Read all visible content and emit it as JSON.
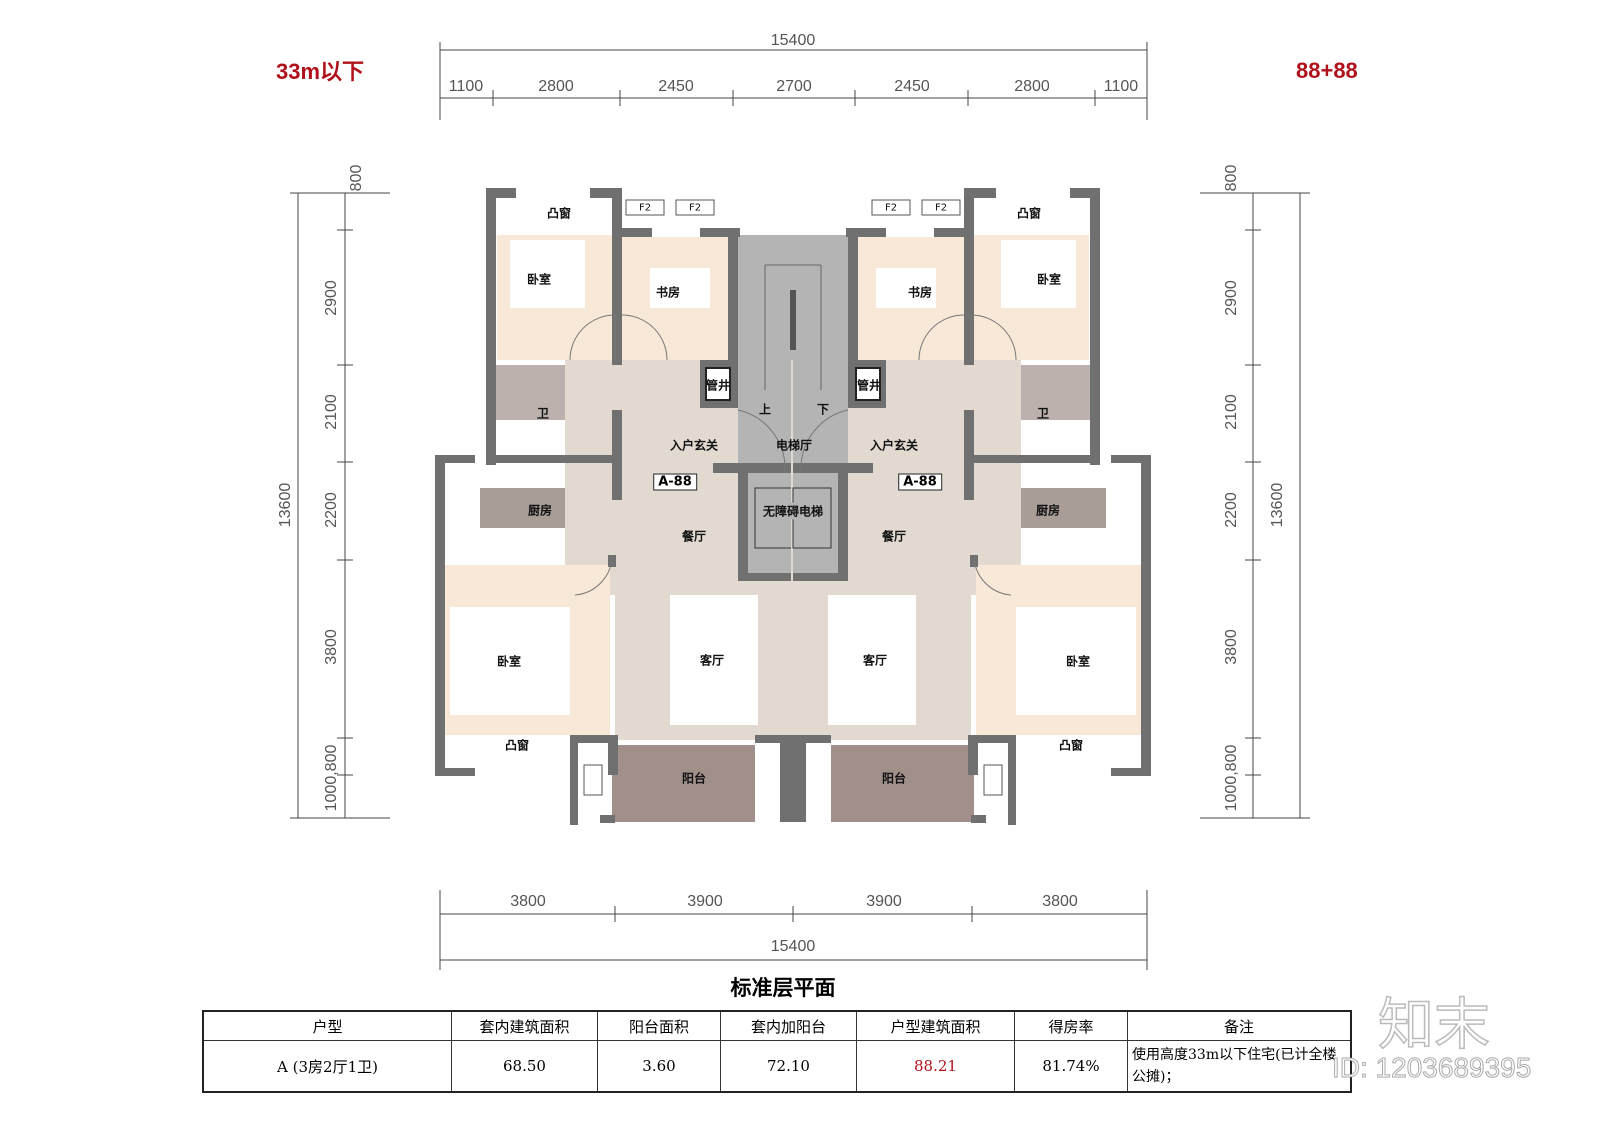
{
  "header": {
    "height_note": "33m以下",
    "unit_combo": "88+88"
  },
  "dimensions": {
    "top_total": "15400",
    "top_segments": [
      "1100",
      "2800",
      "2450",
      "2700",
      "2450",
      "2800",
      "1100"
    ],
    "bottom_segments": [
      "3800",
      "3900",
      "3900",
      "3800"
    ],
    "bottom_total": "15400",
    "side_total": "13600",
    "side_segments": [
      "800",
      "2900",
      "2100",
      "2200",
      "3800",
      "1000,800"
    ]
  },
  "plan": {
    "rooms": {
      "bay_window": "凸窗",
      "bedroom": "卧室",
      "study": "书房",
      "shaft": "管井",
      "toilet": "卫",
      "entry": "入户玄关",
      "elevator_hall": "电梯厅",
      "up": "上",
      "down": "下",
      "kitchen": "厨房",
      "dining": "餐厅",
      "elevator": "无障碍电梯",
      "living": "客厅",
      "balcony": "阳台",
      "unit_tag": "A-88",
      "window_tag": "F2"
    },
    "colors": {
      "wall": "#707070",
      "bedroom": "#f8e8d8",
      "floor": "#e2dad1",
      "stair": "#b4b4b4",
      "kitchen_band": "#a99d98",
      "balcony": "#a18f8a",
      "toilet": "#bcb1ac"
    }
  },
  "title": "标准层平面",
  "table": {
    "headers": [
      "户型",
      "套内建筑面积",
      "阳台面积",
      "套内加阳台",
      "户型建筑面积",
      "得房率",
      "备注"
    ],
    "row": [
      "A (3房2厅1卫)",
      "68.50",
      "3.60",
      "72.10",
      "88.21",
      "81.74%",
      "使用高度33m以下住宅(已计全楼公摊)；"
    ]
  },
  "watermark": {
    "logo": "知末",
    "id": "ID: 1203689395"
  }
}
